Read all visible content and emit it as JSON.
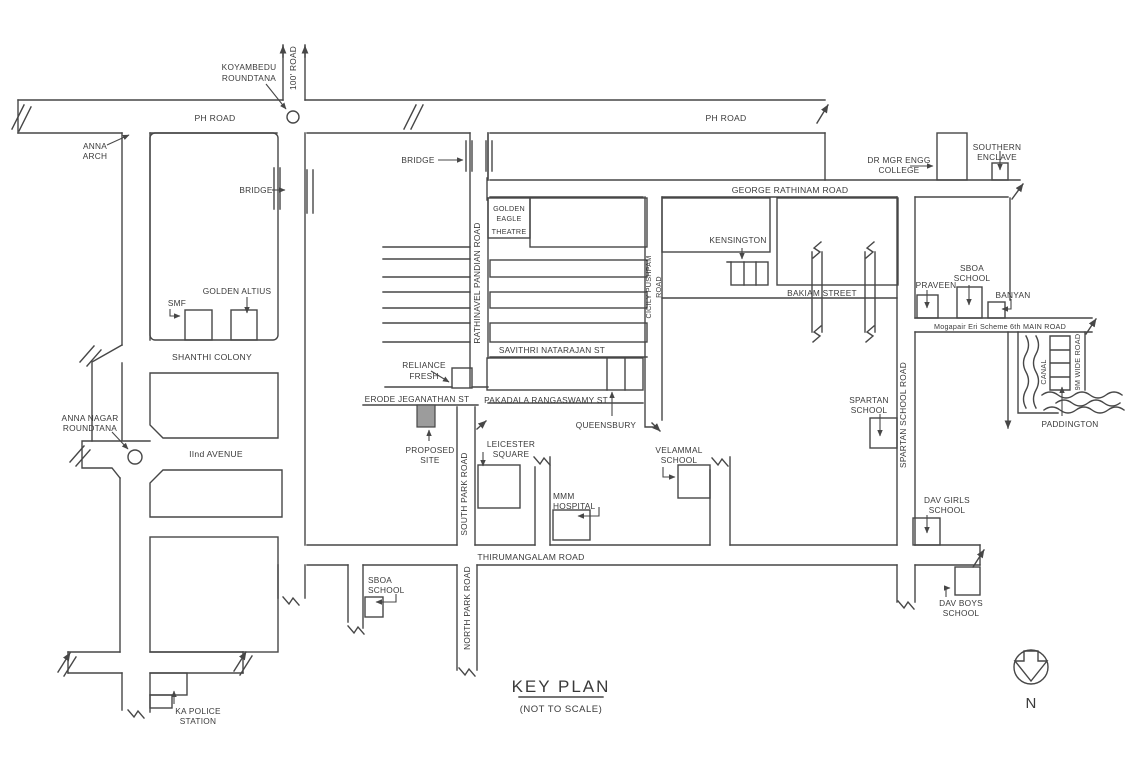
{
  "document": {
    "title": "KEY PLAN",
    "scale_note": "(NOT TO SCALE)",
    "north_label": "N"
  },
  "colors": {
    "line": "#474747",
    "text": "#3a3a3a",
    "proposed_site_fill": "#9c9c9c",
    "background": "#ffffff"
  },
  "roads": {
    "road_100": "100' ROAD",
    "ph_road_left": "PH ROAD",
    "ph_road_right": "PH ROAD",
    "george_rathinam": "GEORGE RATHINAM ROAD",
    "rathinavel_pandian": "RATHINAVEL PANDIAN ROAD",
    "cicily_pushpam_line1": "CICILY PUSHPAM",
    "cicily_pushpam_line2": "ROAD",
    "bakiam_street": "BAKIAM STREET",
    "mogapair": "Mogapair Eri Scheme 6th MAIN ROAD",
    "savithri_natarajan": "SAVITHRI NATARAJAN ST",
    "erode_jeganathan": "ERODE JEGANATHAN ST",
    "pakadala_rangaswamy": "PAKADALA RANGASWAMY ST",
    "second_avenue": "IInd AVENUE",
    "south_park": "SOUTH PARK ROAD",
    "north_park": "NORTH PARK ROAD",
    "thirumangalam": "THIRUMANGALAM ROAD",
    "spartan_school_road": "SPARTAN SCHOOL ROAD",
    "canal": "CANAL",
    "wide_road_9m": "9M WIDE ROAD",
    "shanthi_colony": "SHANTHI COLONY"
  },
  "places": {
    "koyambedu": [
      "KOYAMBEDU",
      "ROUNDTANA"
    ],
    "anna_arch": [
      "ANNA",
      "ARCH"
    ],
    "bridge_left": "BRIDGE",
    "bridge_right": "BRIDGE",
    "dr_mgr": [
      "DR MGR ENGG",
      "COLLEGE"
    ],
    "southern_enclave": [
      "SOUTHERN",
      "ENCLAVE"
    ],
    "golden_eagle": [
      "GOLDEN",
      "EAGLE",
      "THEATRE"
    ],
    "kensington": "KENSINGTON",
    "sboa_school_right": [
      "SBOA",
      "SCHOOL"
    ],
    "praveen": "PRAVEEN",
    "banyan": "BANYAN",
    "smf": "SMF",
    "golden_altius": "GOLDEN ALTIUS",
    "reliance_fresh": [
      "RELIANCE",
      "FRESH"
    ],
    "queensbury": "QUEENSBURY",
    "spartan_school": [
      "SPARTAN",
      "SCHOOL"
    ],
    "paddington": "PADDINGTON",
    "anna_nagar": [
      "ANNA NAGAR",
      "ROUNDTANA"
    ],
    "proposed_site": [
      "PROPOSED",
      "SITE"
    ],
    "leicester_square": [
      "LEICESTER",
      "SQUARE"
    ],
    "mmm_hospital": [
      "MMM",
      "HOSPITAL"
    ],
    "velammal_school": [
      "VELAMMAL",
      "SCHOOL"
    ],
    "dav_girls_school": [
      "DAV GIRLS",
      "SCHOOL"
    ],
    "sboa_school_left": [
      "SBOA",
      "SCHOOL"
    ],
    "dav_boys_school": [
      "DAV BOYS",
      "SCHOOL"
    ],
    "ka_police_station": [
      "KA POLICE",
      "STATION"
    ]
  }
}
